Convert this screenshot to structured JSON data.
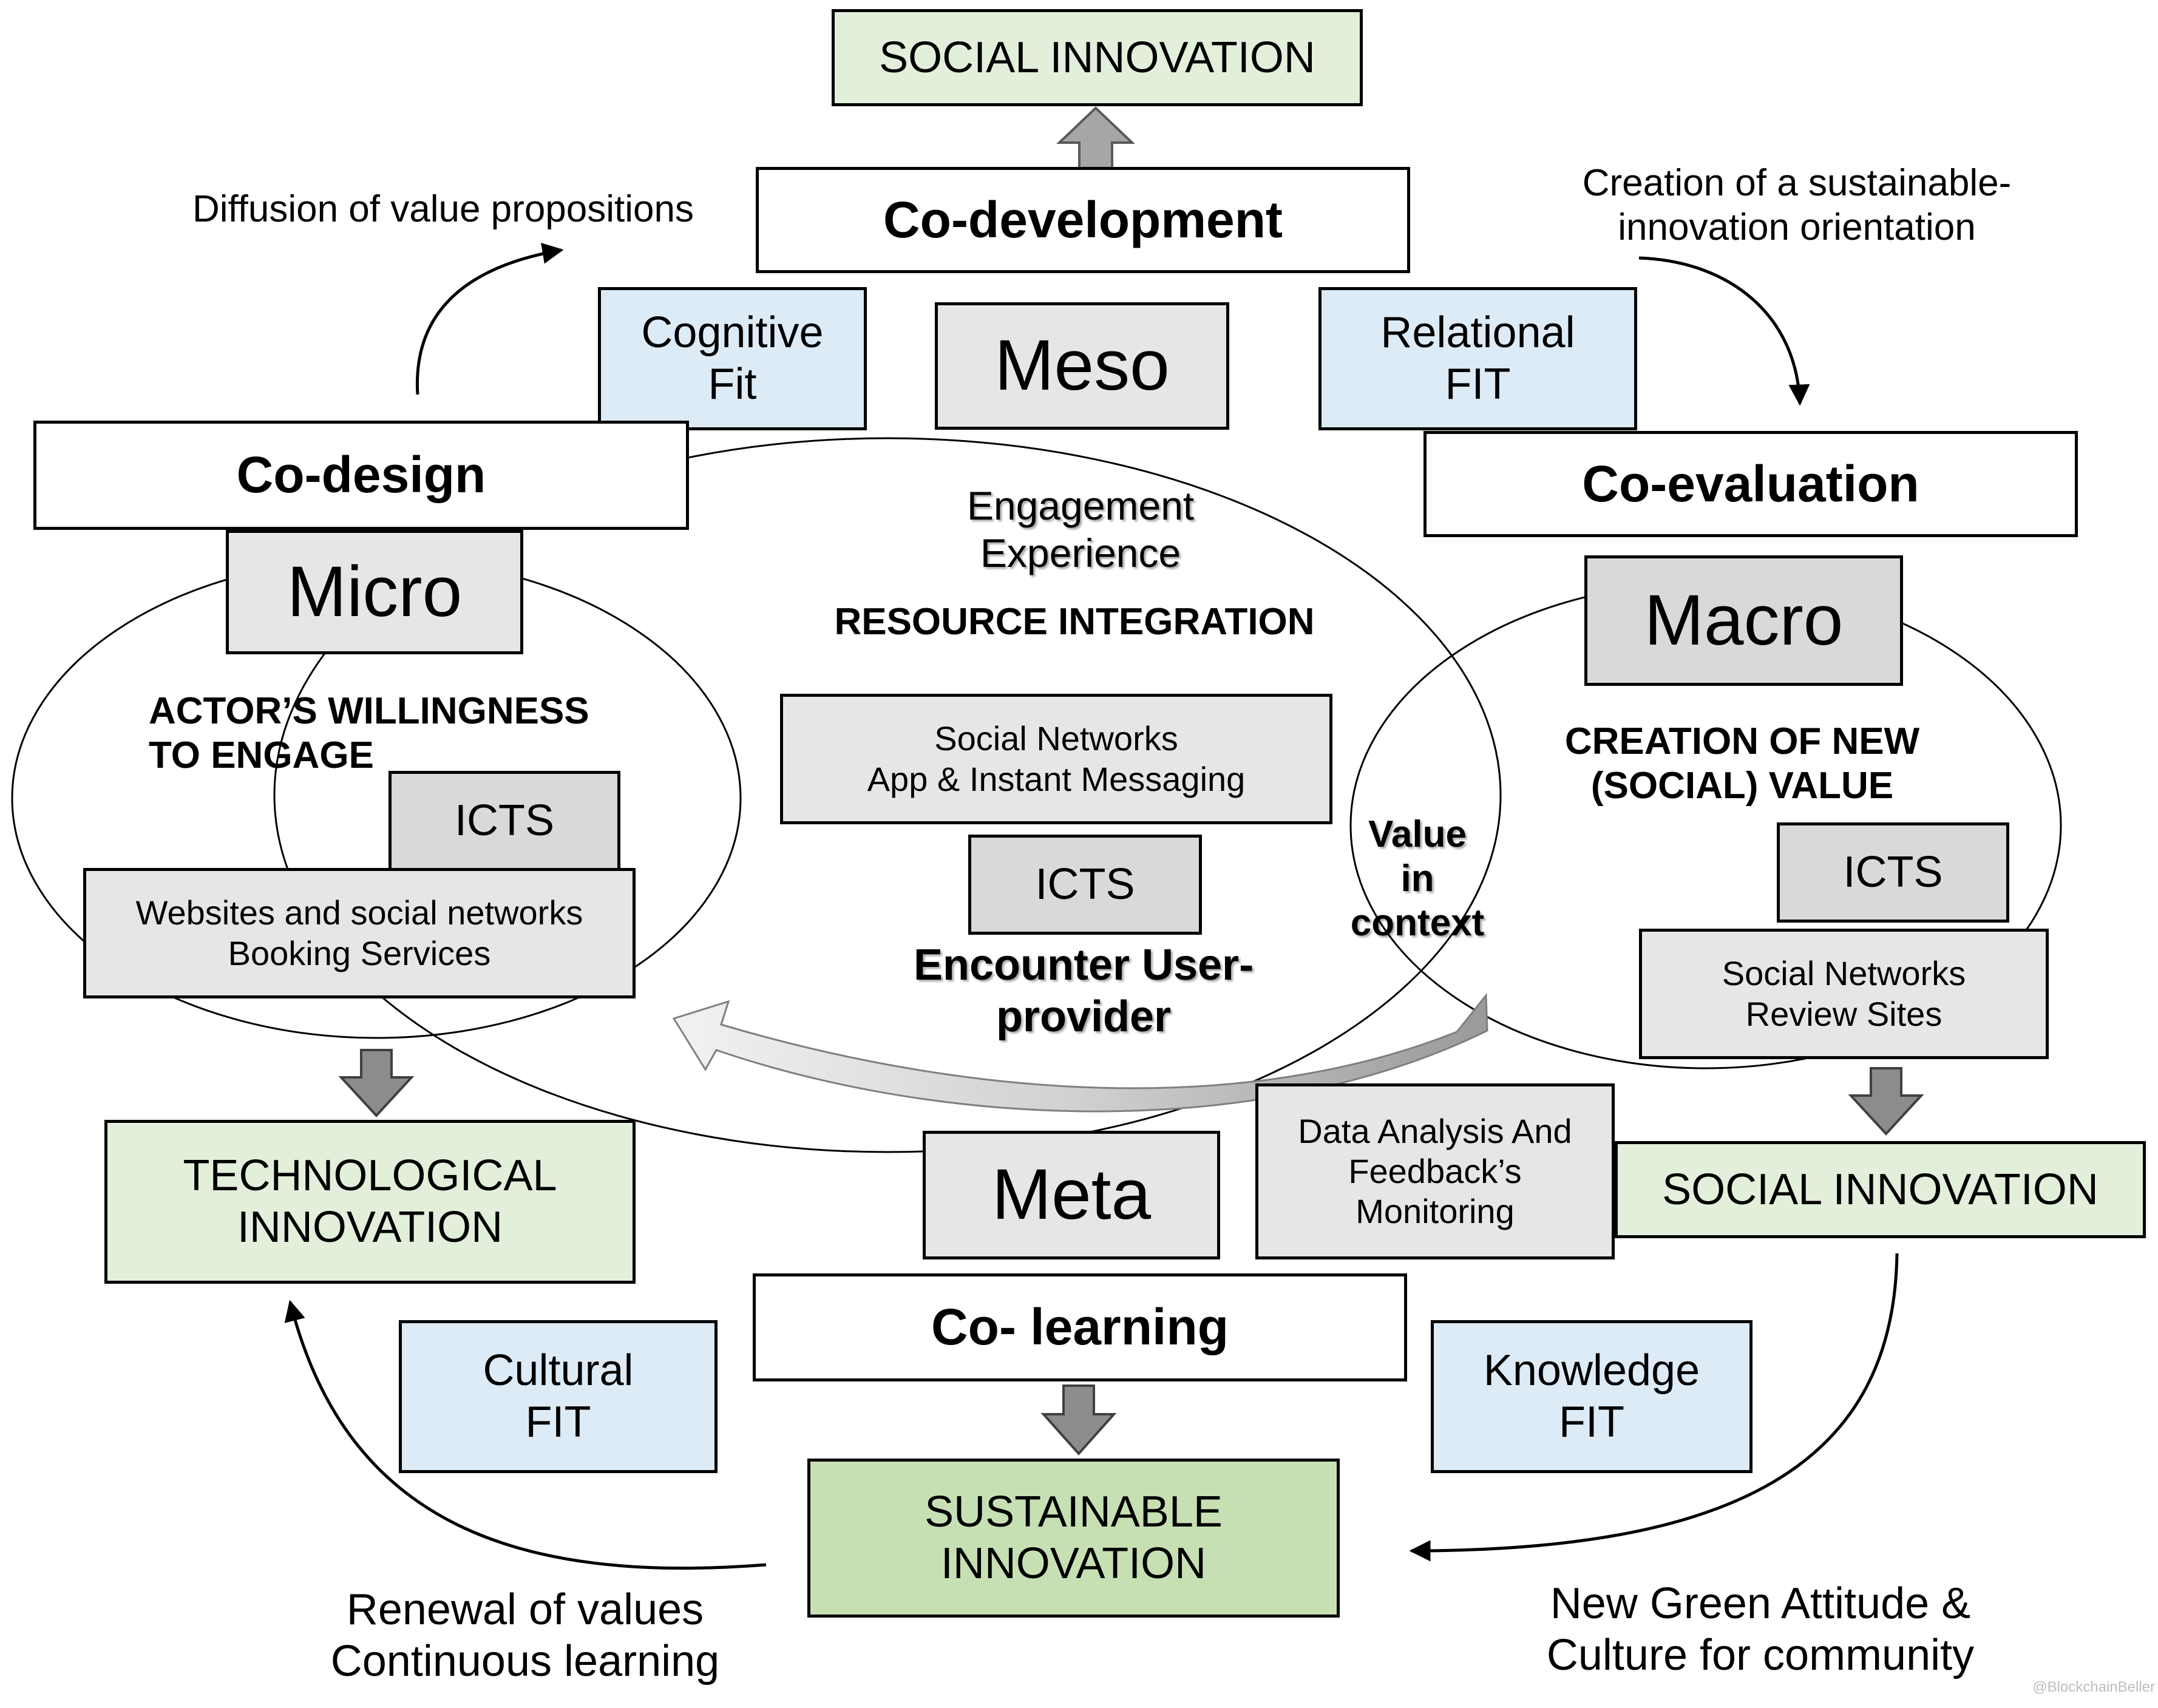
{
  "top_outcome": "SOCIAL INNOVATION",
  "phases": {
    "co_development": "Co-development",
    "co_design": "Co-design",
    "co_evaluation": "Co-evaluation",
    "co_learning": "Co- learning"
  },
  "levels": {
    "meso": "Meso",
    "micro": "Micro",
    "macro": "Macro",
    "meta": "Meta"
  },
  "fits": {
    "cognitive": "Cognitive\nFit",
    "relational": "Relational\nFIT",
    "cultural": "Cultural\nFIT",
    "knowledge": "Knowledge\nFIT"
  },
  "arrow_labels": {
    "diffusion": "Diffusion of value propositions",
    "creation_orientation": "Creation of a sustainable-\ninnovation orientation",
    "renewal": "Renewal of values\nContinuous learning",
    "green_attitude": "New Green Attitude &\nCulture for community"
  },
  "meso_content": {
    "engagement": "Engagement\nExperience",
    "resource_integration": "RESOURCE INTEGRATION",
    "tools": "Social Networks\nApp & Instant Messaging",
    "icts": "ICTS",
    "encounter": "Encounter User-\nprovider"
  },
  "micro_content": {
    "willingness": "ACTOR’S WILLINGNESS\nTO ENGAGE",
    "icts": "ICTS",
    "tools": "Websites and social networks\nBooking Services"
  },
  "macro_content": {
    "creation": "CREATION OF NEW\n(SOCIAL) VALUE",
    "icts": "ICTS",
    "tools": "Social Networks\nReview Sites"
  },
  "value_in_context": "Value\nin\ncontext",
  "data_analysis": "Data Analysis And\nFeedback’s\nMonitoring",
  "outcomes": {
    "technological": "TECHNOLOGICAL\nINNOVATION",
    "social_right": "SOCIAL INNOVATION",
    "sustainable": "SUSTAINABLE\nINNOVATION"
  },
  "watermark": "@BlockchainBeller",
  "colors": {
    "outcome_green": "#e2efda",
    "sustainable_green": "#c6e0b4",
    "fit_blue": "#ddebf7",
    "level_gray": "#e7e6e6",
    "block_arrow_gray": "#a6a6a6"
  }
}
